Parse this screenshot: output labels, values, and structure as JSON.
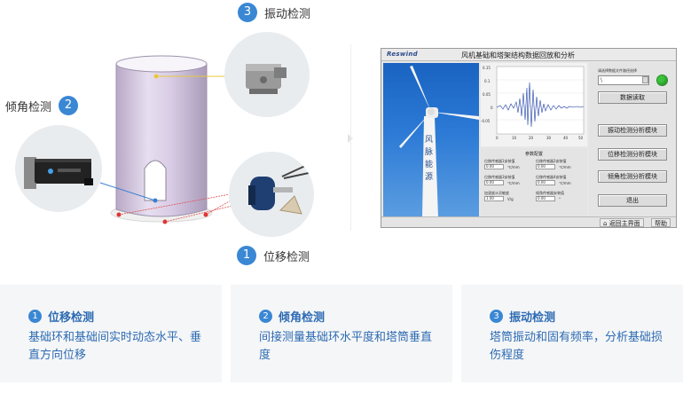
{
  "callouts": {
    "vibration": {
      "num": "3",
      "label": "振动检测"
    },
    "tilt": {
      "num": "2",
      "label": "倾角检测"
    },
    "displacement": {
      "num": "1",
      "label": "位移检测"
    }
  },
  "software": {
    "logo": "Reswind",
    "title": "风机基础和塔架结构数据回放和分析",
    "chart": {
      "y_ticks": [
        "0.15",
        "0.1",
        "0.05",
        "0",
        "-0.05"
      ],
      "x_ticks": [
        "0",
        "10",
        "20",
        "30",
        "40",
        "50"
      ]
    },
    "params_title": "参数配置",
    "params": [
      {
        "label": "位移传感器1安装值",
        "value": "0.00",
        "unit": "℃/mm"
      },
      {
        "label": "位移传感器2安装值",
        "value": "0.00",
        "unit": "℃/mm"
      },
      {
        "label": "位移传感器3安装值",
        "value": "0.00",
        "unit": "℃/mm"
      },
      {
        "label": "位移传感器4安装值",
        "value": "0.00",
        "unit": "℃/mm"
      },
      {
        "label": "加速度计灵敏度",
        "value": "1.00",
        "unit": "V/g"
      },
      {
        "label": "倾角传感器安装值",
        "value": "0.00",
        "unit": "°"
      }
    ],
    "file_label": "请选择数据文件路径选择",
    "path_value": "\\",
    "buttons": {
      "read": "数据读取",
      "vibration": "振动检测分析模块",
      "displacement": "位移检测分析模块",
      "tilt": "倾角检测分析模块",
      "exit": "退出"
    },
    "status": {
      "home": "返回主界面",
      "help": "帮助"
    },
    "tower_text": "风脉能源",
    "colors": {
      "indicator": "#39c438"
    }
  },
  "cards": [
    {
      "num": "1",
      "title": "位移检测",
      "desc": "基础环和基础间实时动态水平、垂直方向位移"
    },
    {
      "num": "2",
      "title": "倾角检测",
      "desc": "间接测量基础环水平度和塔筒垂直度"
    },
    {
      "num": "3",
      "title": "振动检测",
      "desc": "塔筒振动和固有频率，分析基础损伤程度"
    }
  ]
}
